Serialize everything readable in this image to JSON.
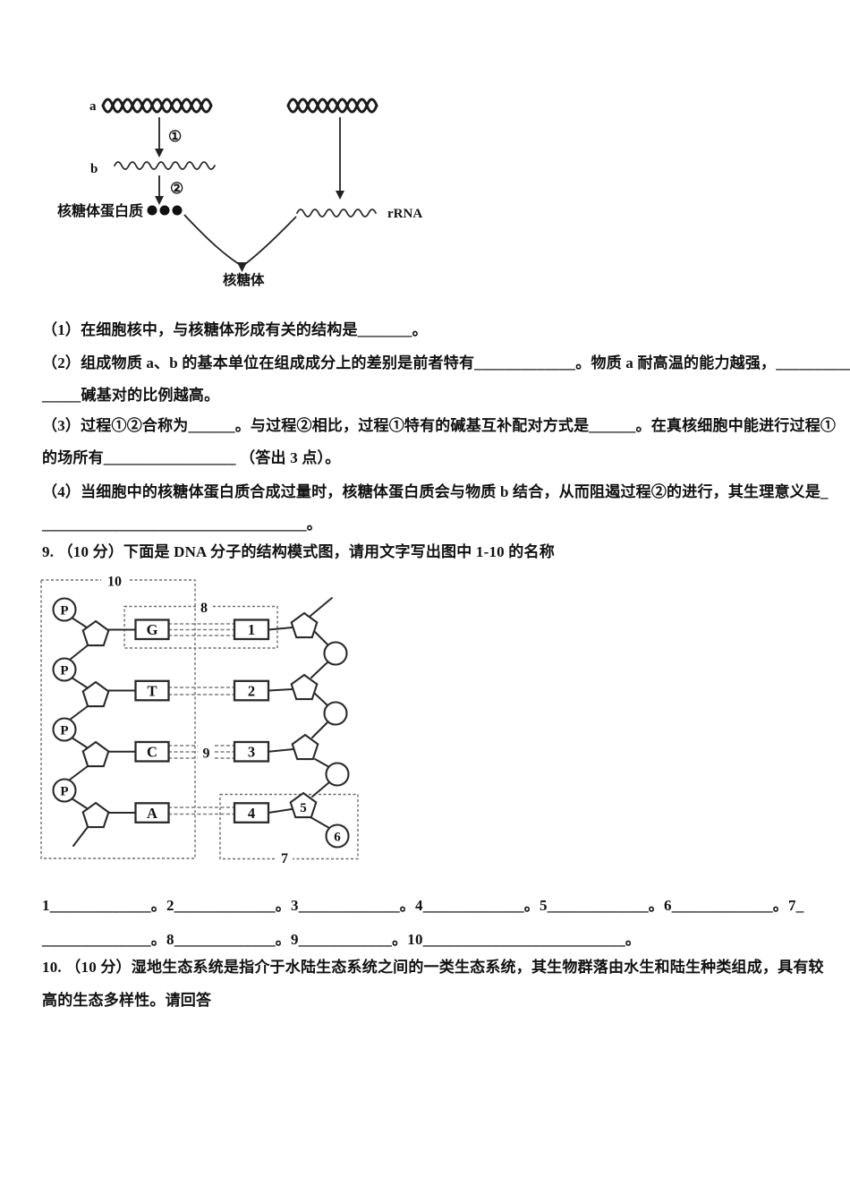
{
  "top_diagram": {
    "label_a": "a",
    "label_b": "b",
    "step1": "①",
    "step2": "②",
    "ribosomal_protein": "核糖体蛋白质",
    "rrna": "rRNA",
    "ribosome": "核糖体"
  },
  "questions": {
    "q8_1": "（1）在细胞核中，与核糖体形成有关的结构是_______。",
    "q8_2a": "（2）组成物质 a、b 的基本单位在组成成分上的差别是前者特有_____________。物质 a 耐高温的能力越强，_____________",
    "q8_2b": "_____碱基对的比例越高。",
    "q8_3a": "（3）过程①②合称为______。与过程②相比，过程①特有的碱基互补配对方式是______。在真核细胞中能进行过程①",
    "q8_3b": "的场所有_________________ （答出 3 点）。",
    "q8_4a": "（4）当细胞中的核糖体蛋白质合成过量时，核糖体蛋白质会与物质 b 结合，从而阻遏过程②的进行，其生理意义是_",
    "q8_4b": "__________________________________。",
    "q9_title": "9. （10 分）下面是 DNA 分子的结构模式图，请用文字写出图中 1-10 的名称",
    "q9_blanks_line1": "1_____________。2_____________。3_____________。4_____________。5_____________。6_____________。7_",
    "q9_blanks_line2": "______________。8_____________。9____________。10__________________________。",
    "q10_line1": "10. （10 分）湿地生态系统是指介于水陆生态系统之间的一类生态系统，其生物群落由水生和陆生种类组成，具有较",
    "q10_line2": "高的生态多样性。请回答"
  },
  "dna_diagram": {
    "left_bases": [
      "G",
      "T",
      "C",
      "A"
    ],
    "right_bases": [
      "1",
      "2",
      "3",
      "4"
    ],
    "phosphate": "P",
    "label_5": "5",
    "label_6": "6",
    "label_7": "7",
    "label_8": "8",
    "label_9": "9",
    "label_10": "10"
  }
}
